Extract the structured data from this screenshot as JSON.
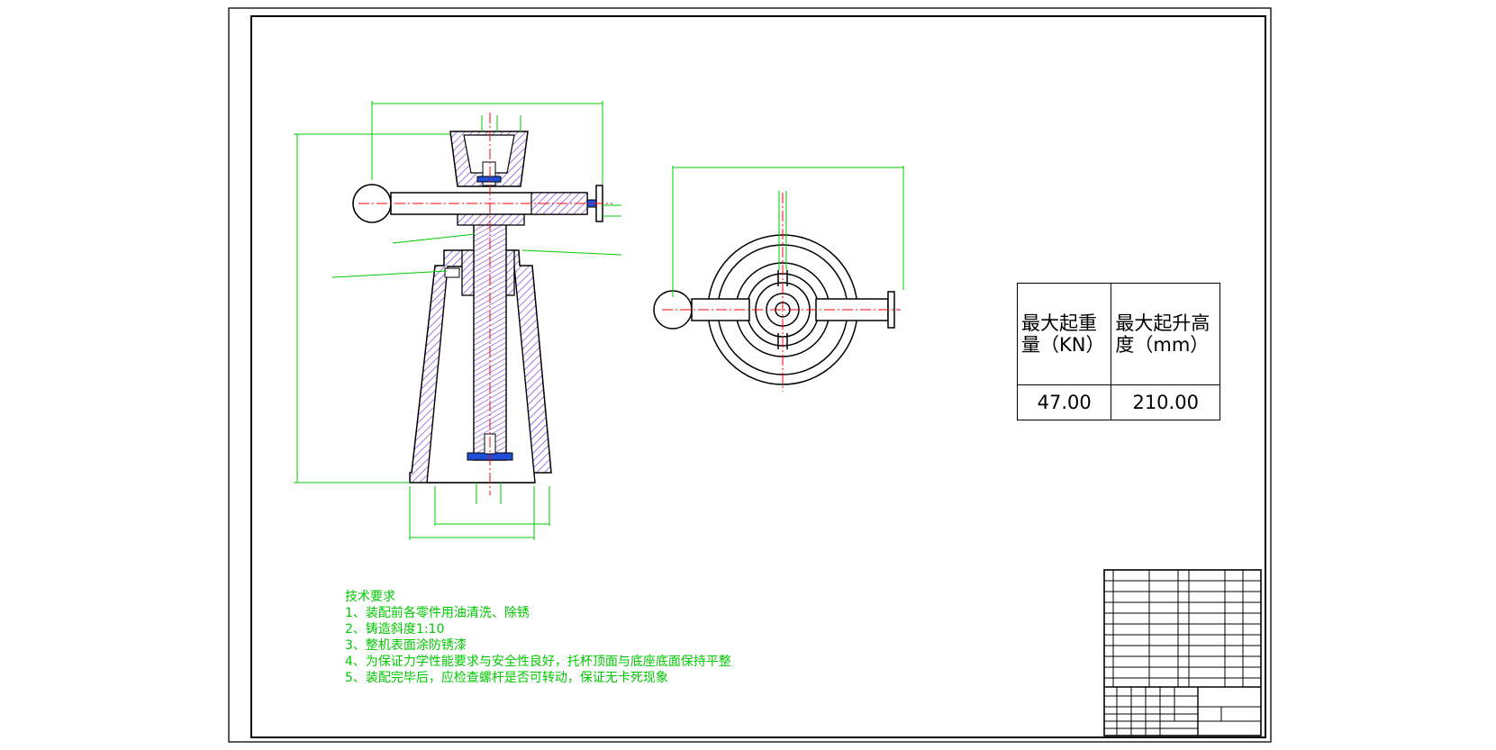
{
  "spec_table": {
    "headers": [
      "最大起重量（KN）",
      "最大起升高度（mm）"
    ],
    "values": [
      "47.00",
      "210.00"
    ]
  },
  "technical_requirements": {
    "title": "技术要求",
    "items": [
      "1、装配前各零件用油清洗、除锈",
      "2、铸造斜度1:10",
      "3、整机表面涂防锈漆",
      "4、为保证力学性能要求与安全性良好，托杯顶面与底座底面保持平整",
      "5、装配完毕后，应检查螺杆是否可转动，保证无卡死现象"
    ]
  },
  "colors": {
    "outline": "#000000",
    "dimension": "#00c800",
    "centerline": "#ff0000",
    "hatch": "#8a2be2",
    "fastener": "#1f4fd8"
  }
}
